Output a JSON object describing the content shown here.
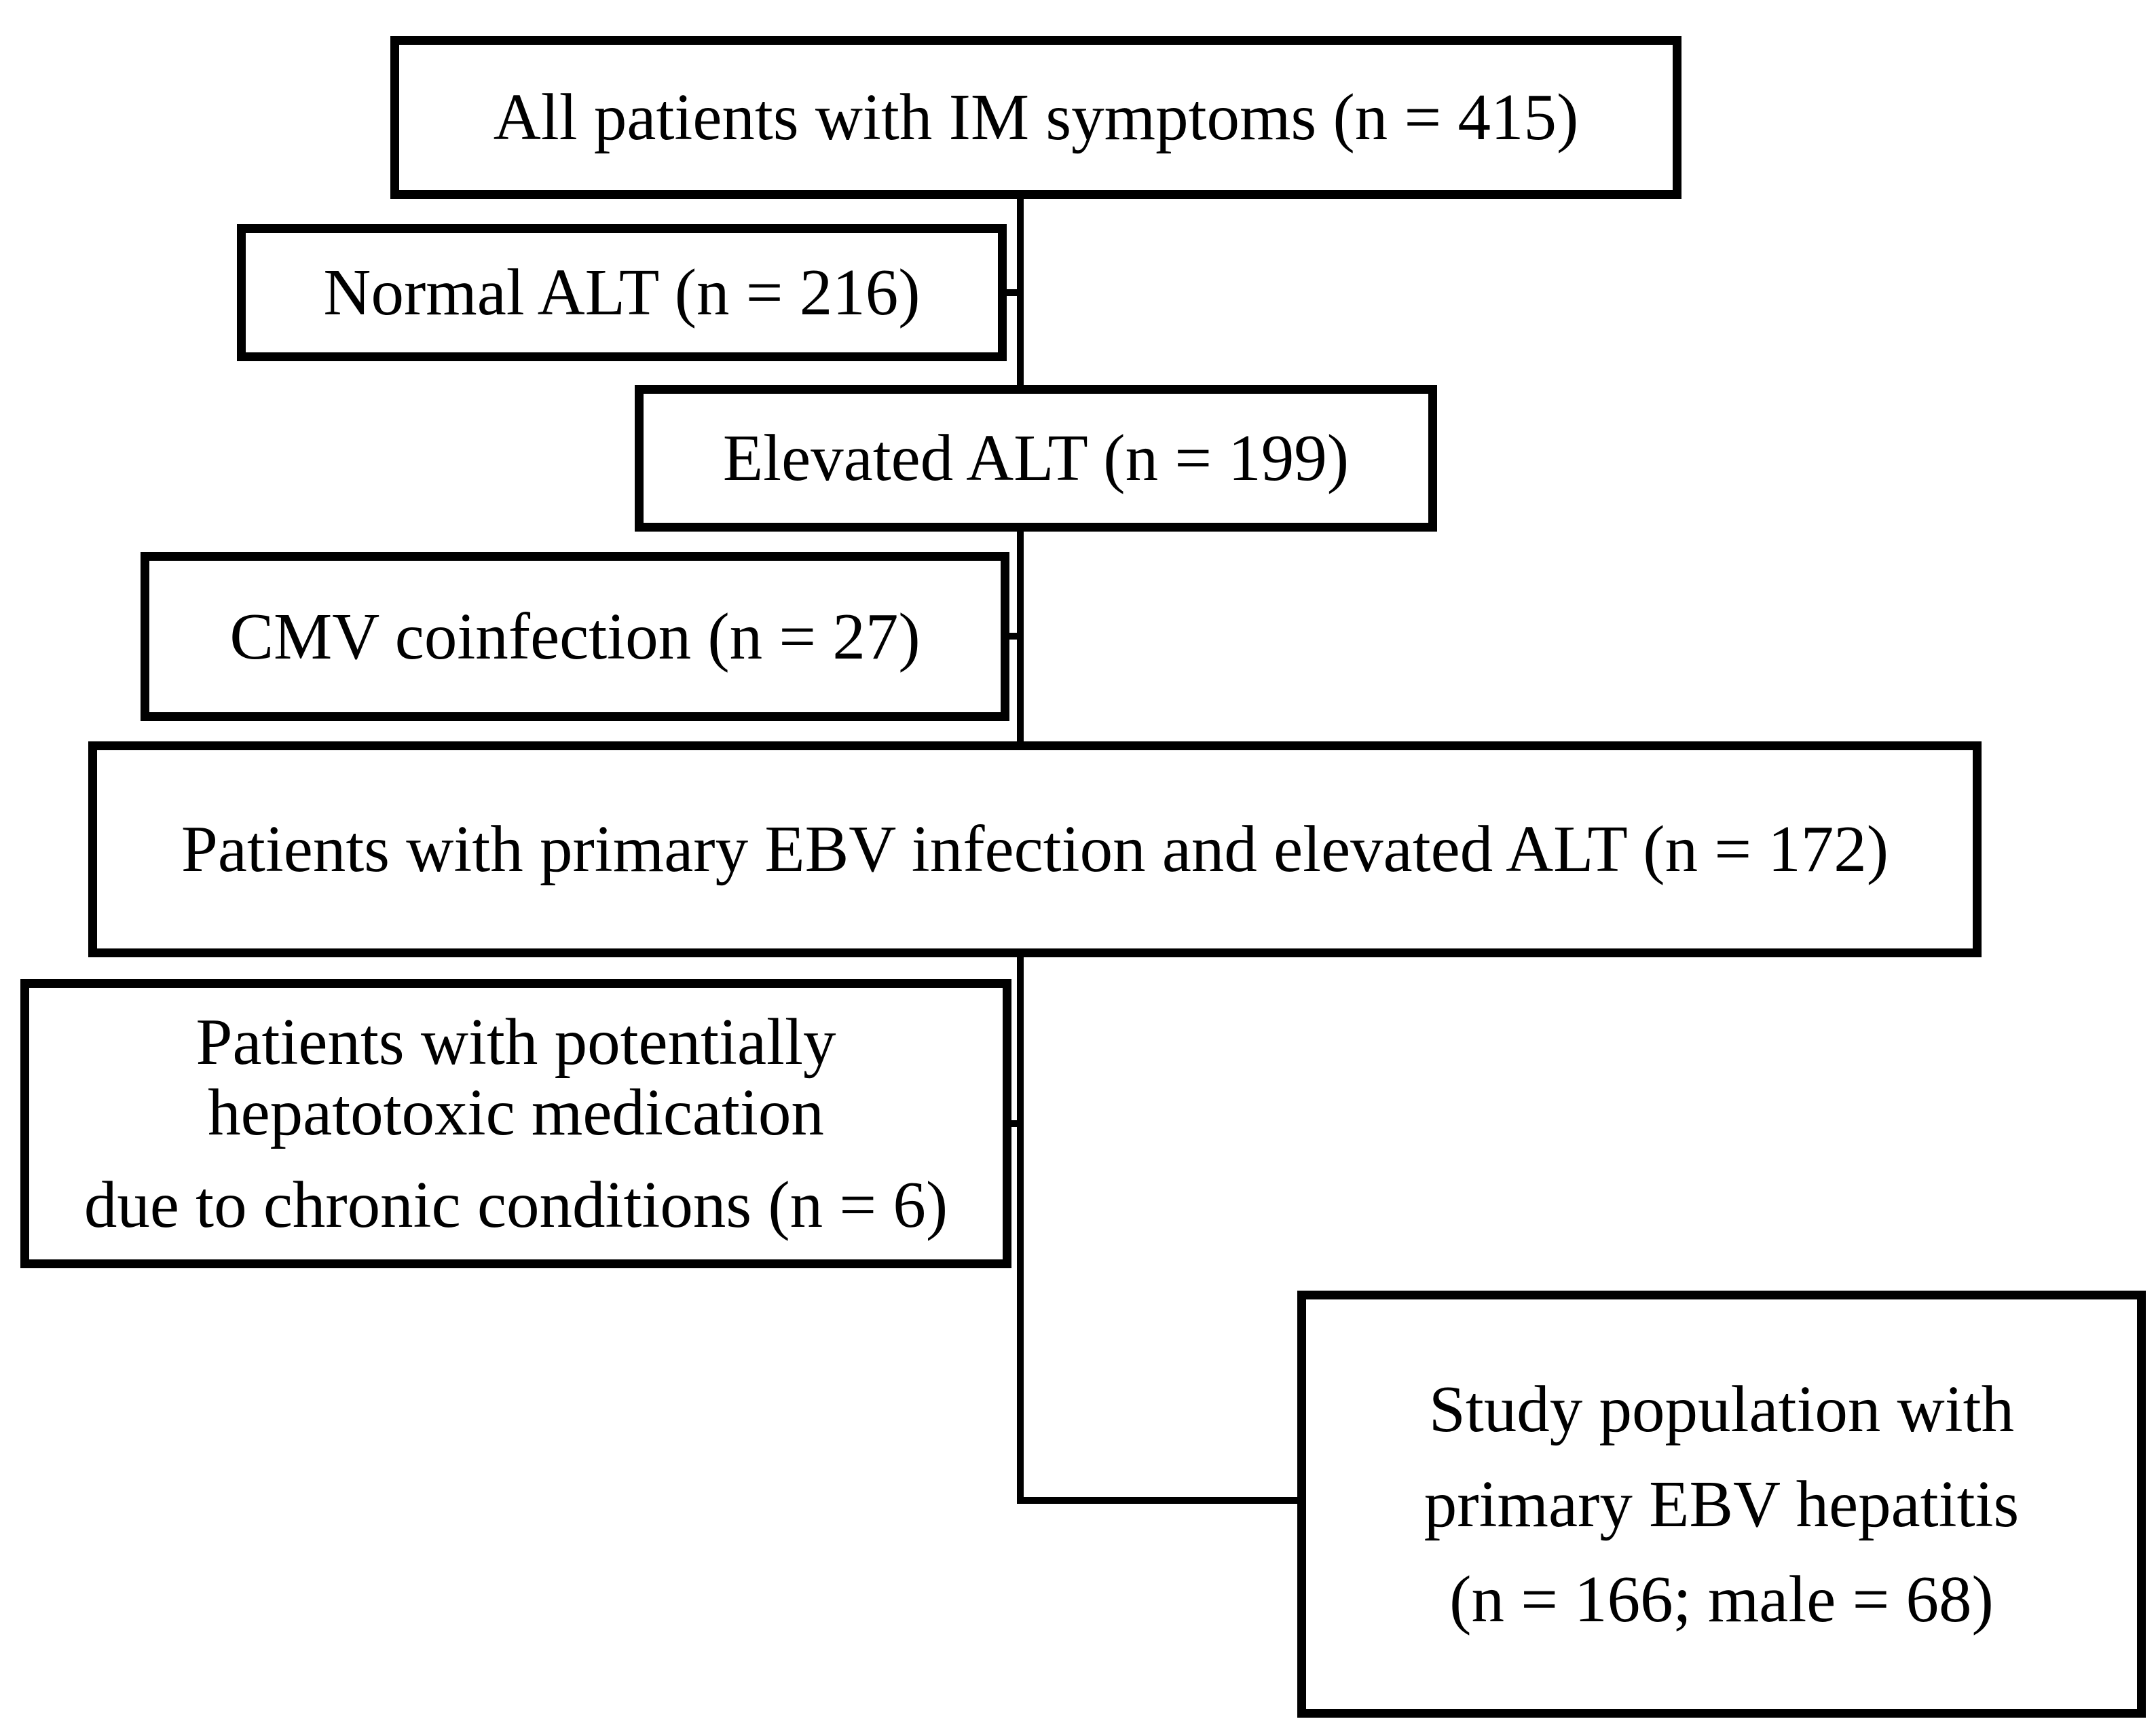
{
  "diagram": {
    "kind": "patient-flow-diagram",
    "colors": {
      "background": "#ffffff",
      "box_border": "#000000",
      "line": "#000000",
      "text": "#000000"
    },
    "boxes": {
      "all_patients": {
        "label": "All patients with IM symptoms (n = 415)"
      },
      "normal_alt": {
        "label": "Normal ALT (n = 216)"
      },
      "elevated_alt": {
        "label": "Elevated ALT (n = 199)"
      },
      "cmv_coinfection": {
        "label": "CMV coinfection (n = 27)"
      },
      "primary_ebv": {
        "label": "Patients with primary EBV infection and elevated ALT (n = 172)"
      },
      "hepatotoxic": {
        "line1": "Patients with potentially",
        "line2": "hepatotoxic medication",
        "line3": "due to chronic conditions (n = 6)"
      },
      "study_population": {
        "line1": "Study population with",
        "line2": "primary EBV hepatitis",
        "line3": "(n = 166; male = 68)"
      }
    }
  }
}
